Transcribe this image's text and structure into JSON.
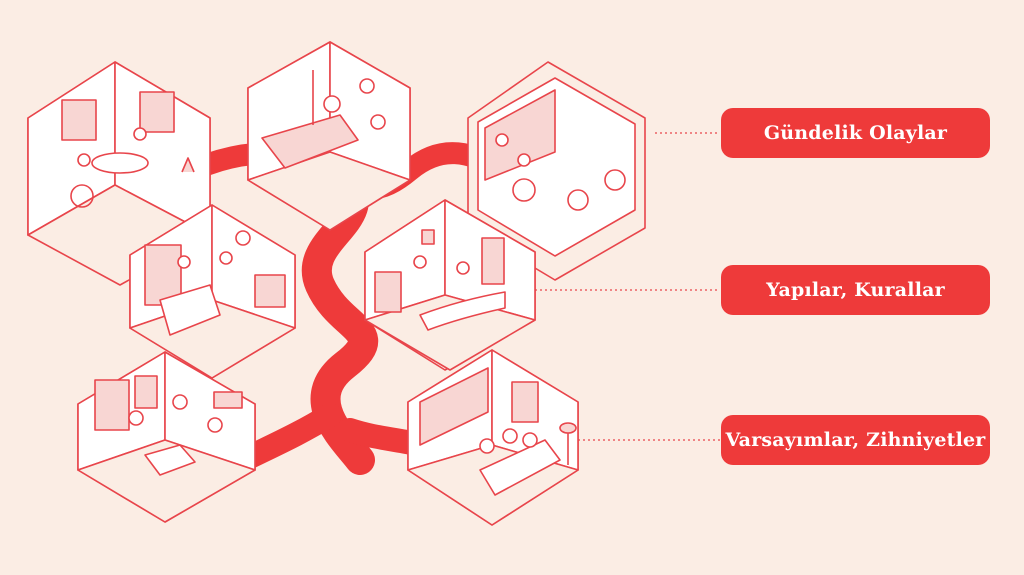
{
  "colors": {
    "background": "#FBEDE4",
    "accent": "#EE3A3A",
    "line": "#E8454B",
    "fill_light": "#FFFFFF",
    "fill_tint": "#F8D6D3"
  },
  "labels": [
    {
      "text": "Gündelik Olaylar"
    },
    {
      "text": "Yapılar, Kurallar"
    },
    {
      "text": "Varsayımlar, Zihniyetler"
    }
  ],
  "rooms": [
    {
      "id": "living-room",
      "icon": "wheelchair-table-room-icon"
    },
    {
      "id": "hospital-room",
      "icon": "hospital-bed-room-icon"
    },
    {
      "id": "bus",
      "icon": "bus-wheelchair-icon"
    },
    {
      "id": "office",
      "icon": "office-archive-room-icon"
    },
    {
      "id": "reception",
      "icon": "reception-desk-room-icon"
    },
    {
      "id": "lounge",
      "icon": "elderly-lounge-room-icon"
    },
    {
      "id": "tv-room",
      "icon": "tv-sofa-room-icon"
    }
  ]
}
